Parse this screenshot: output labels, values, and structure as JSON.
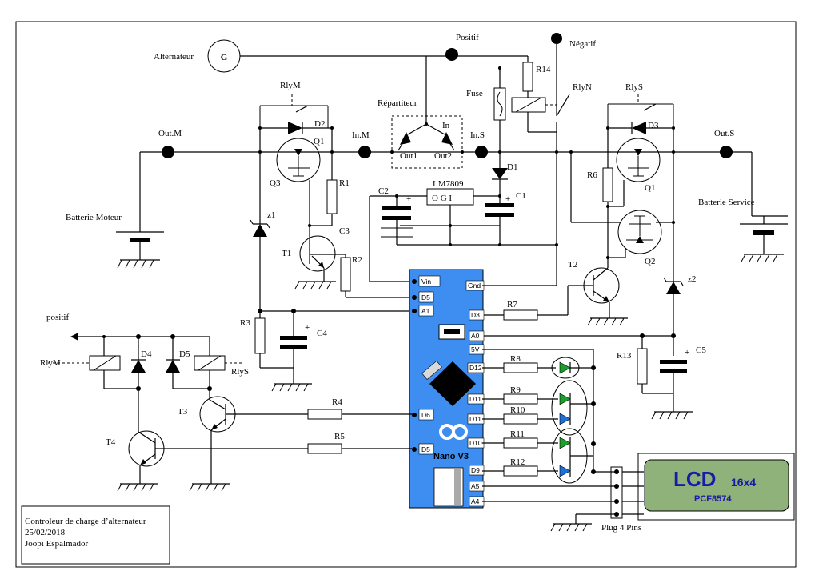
{
  "labels": {
    "alternateur": "Alternateur",
    "generator_symbol": "G",
    "positif_top": "Positif",
    "negatif": "Négatif",
    "r14": "R14",
    "rlyn": "RlyN",
    "fuse": "Fuse",
    "repartiteur": "Répartiteur",
    "in": "In",
    "out1": "Out1",
    "out2": "Out2",
    "rlym_top": "RlyM",
    "rlys_top": "RlyS",
    "d2": "D2",
    "d3": "D3",
    "q1_left": "Q1",
    "q3": "Q3",
    "q1_right": "Q1",
    "q2": "Q2",
    "outm": "Out.M",
    "inm": "In.M",
    "ins": "In.S",
    "outs": "Out.S",
    "d1": "D1",
    "lm7809": "LM7809",
    "ogi": "O  G  I",
    "c2": "C2",
    "c1": "C1",
    "r1": "R1",
    "r6": "R6",
    "c3": "C3",
    "z1": "z1",
    "z2": "z2",
    "batterie_moteur": "Batterie Moteur",
    "batterie_service": "Batterie Service",
    "t1": "T1",
    "t2": "T2",
    "r2": "R2",
    "r3": "R3",
    "c4": "C4",
    "r7": "R7",
    "r13": "R13",
    "c5": "C5",
    "positif_left": "positif",
    "rlym_left": "RlyM",
    "rlys_left": "RlyS",
    "d4": "D4",
    "d5": "D5",
    "t3": "T3",
    "t4": "T4",
    "r4": "R4",
    "r5": "R5",
    "r8": "R8",
    "r9": "R9",
    "r10": "R10",
    "r11": "R11",
    "r12": "R12",
    "plug": "Plug 4 Pins",
    "plus": "+"
  },
  "nano": {
    "pins_left": [
      "Vin",
      "D5",
      "A1",
      "D6",
      "D5"
    ],
    "pins_right": [
      "Gnd",
      "D3",
      "A0",
      "5V",
      "D12",
      "D11",
      "D11",
      "D10",
      "D9",
      "A5",
      "A4"
    ],
    "name": "Nano V3",
    "color": "#3d8ef0"
  },
  "lcd": {
    "big": "LCD",
    "small": "16x4",
    "model": "PCF8574",
    "color": "#8fb27a"
  },
  "title_block": {
    "line1": "Controleur de charge d’alternateur",
    "line2": "25/02/2018",
    "line3": "Joopi Espalmador"
  },
  "led_colors": {
    "green": "#1aa02a",
    "blue": "#1e6fd9"
  }
}
